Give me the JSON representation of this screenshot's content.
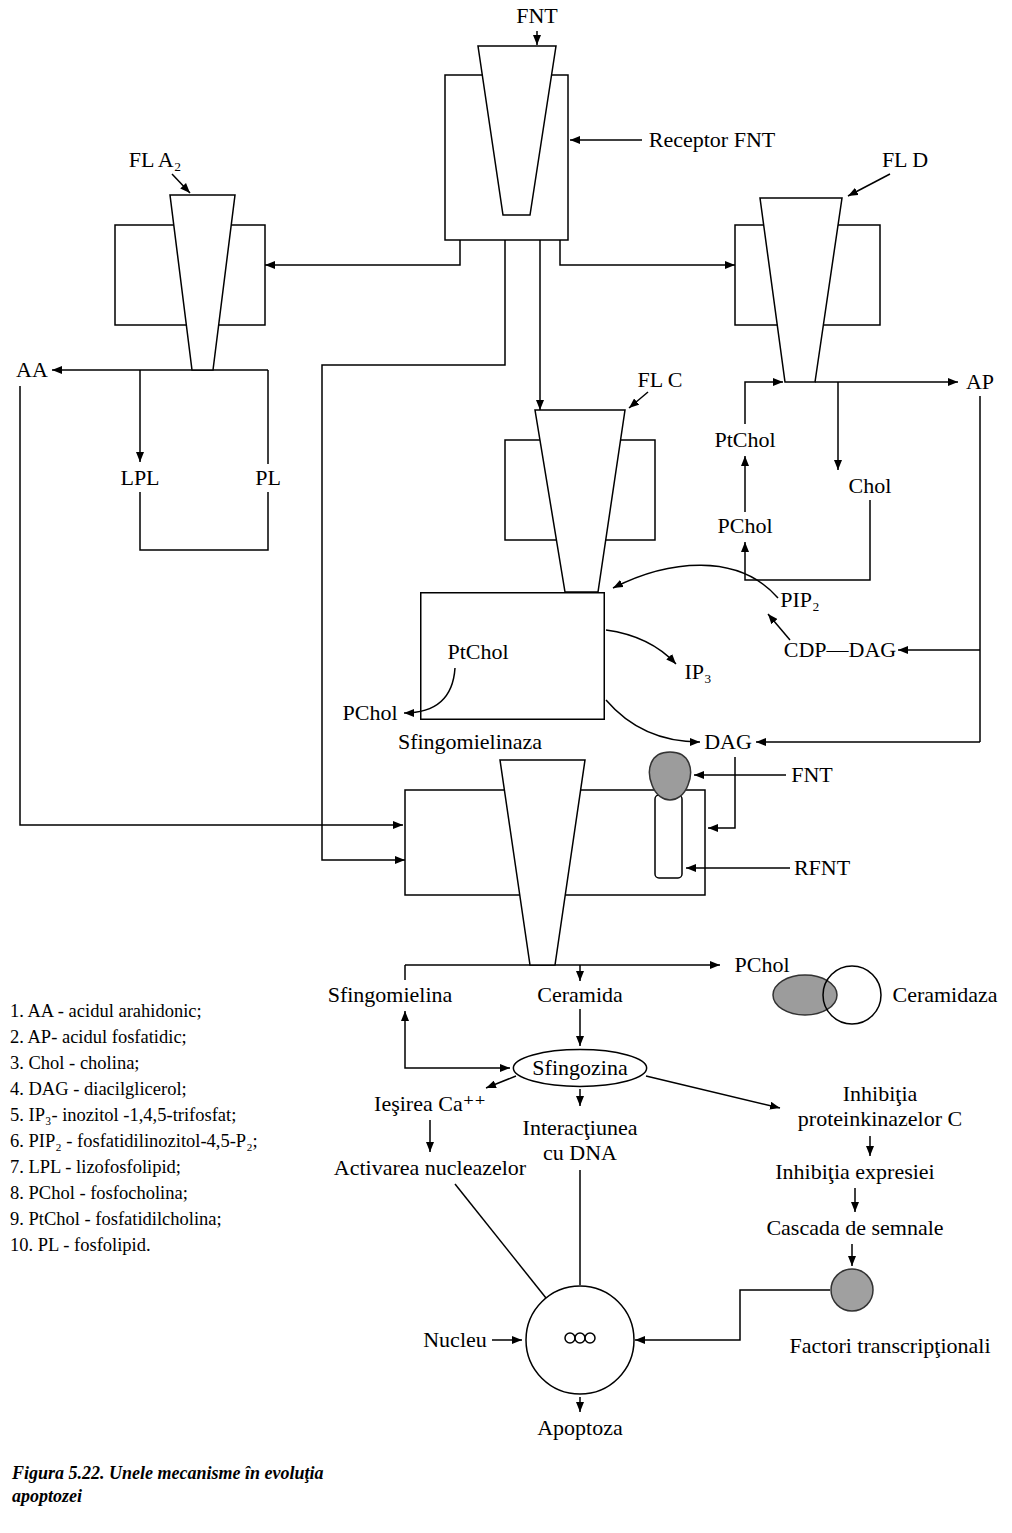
{
  "diagram": {
    "caption": "Figura 5.22. Unele mecanisme în evoluţia apoptozei",
    "nodes": [
      {
        "text": [
          "Receptor FNT"
        ]
      },
      {
        "text": [
          "FL A₂"
        ]
      },
      {
        "text": [
          "FL D"
        ]
      },
      {
        "text": [
          "FL C"
        ]
      },
      {
        "text": [
          "PtChol"
        ]
      },
      {
        "text": [
          "Sfingomielinaza"
        ]
      },
      {
        "text": [
          "FNT"
        ],
        "in": 5
      },
      {
        "text": [
          "RFNT"
        ],
        "in": 5
      },
      {
        "text": [
          "Ceramidaza"
        ]
      },
      {
        "text": [
          "Sfingozina"
        ]
      },
      {
        "text": [
          "Factori transcripţionali"
        ]
      },
      {
        "text": [
          "Nucleu"
        ]
      }
    ],
    "edges": [
      {
        "from": 0,
        "to": 1,
        "arrow": "to"
      },
      {
        "from": 0,
        "to": 2,
        "arrow": "to"
      },
      {
        "from": 0,
        "to": 3,
        "arrow": "to"
      },
      {
        "from": 0,
        "to": 5,
        "arrow": "to"
      },
      {
        "from": 10,
        "to": 11,
        "arrow": "to"
      }
    ],
    "labels": [
      "FNT",
      "AA",
      "LPL",
      "PL",
      "AP",
      "PtChol",
      "Chol",
      "PChol",
      "PIP₂",
      "CDP—DAG",
      "IP₃",
      "PChol",
      "DAG",
      "PChol",
      "Sfingomielina",
      "Ceramida",
      "Ieşirea Ca⁺⁺",
      "Interacţiunea cu DNA",
      "Inhibiţia proteinkinazelor C",
      "Activarea nucleazelor",
      "Inhibiţia expresiei",
      "Cascada de semnale",
      "Apoptoza",
      "1. AA - acidul arahidonic;",
      "2. AP- acidul fosfatidic;",
      "3. Chol - cholina;",
      "4. DAG - diacilglicerol;",
      "5. IP₃- inozitol -1,4,5-trifosfat;",
      "6. PIP₂ - fosfatidilinozitol-4,5-P₂;",
      "7. LPL - lizofosfolipid;",
      "8. PChol - fosfocholina;",
      "9. PtChol - fosfatidilcholina;",
      "10. PL - fosfolipid."
    ]
  }
}
